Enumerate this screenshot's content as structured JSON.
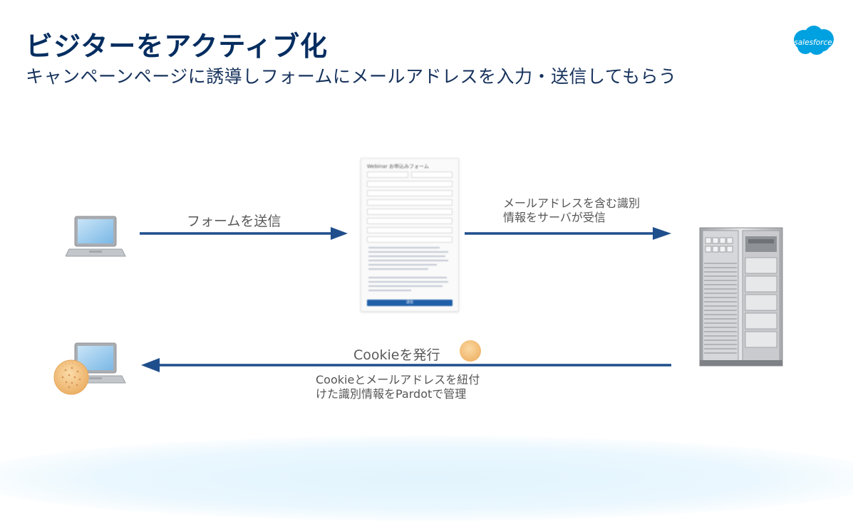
{
  "header": {
    "title": "ビジターをアクティブ化",
    "subtitle": "キャンペーンページに誘導しフォームにメールアドレスを入力・送信してもらう",
    "logo_text": "salesforce",
    "brand_color": "#00a1e0",
    "title_color": "#032d60"
  },
  "diagram": {
    "arrow_color": "#1f4e8c",
    "step_submit": {
      "label": "フォームを送信"
    },
    "step_receive": {
      "line1": "メールアドレスを含む識別",
      "line2": "情報をサーバが受信"
    },
    "step_cookie": {
      "label": "Cookieを発行"
    },
    "step_manage": {
      "line1": "Cookieとメールアドレスを紐付",
      "line2": "けた識別情報をPardotで管理"
    },
    "form": {
      "title": "Webinar お申込みフォーム",
      "submit_label": "送信"
    },
    "icons": [
      "laptop-icon",
      "form-icon",
      "server-icon",
      "cookie-icon"
    ]
  }
}
